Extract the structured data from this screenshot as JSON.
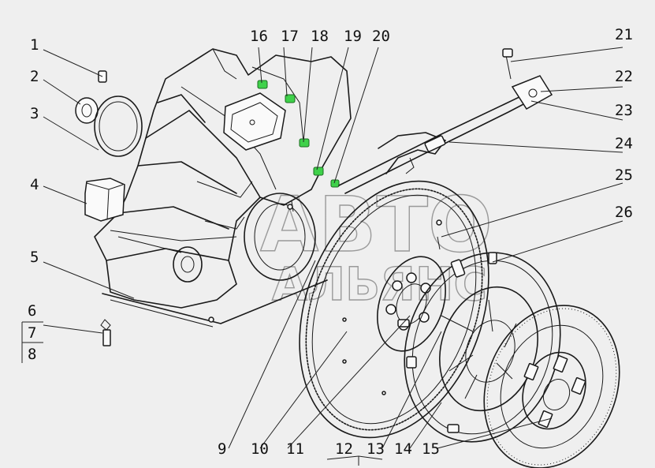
{
  "watermark": {
    "line1": "АВТО",
    "line2": "АЛЬЯНС"
  },
  "callouts": [
    "1",
    "2",
    "3",
    "4",
    "5",
    "6",
    "7",
    "8",
    "9",
    "10",
    "11",
    "12",
    "13",
    "14",
    "15",
    "16",
    "17",
    "18",
    "19",
    "20",
    "21",
    "22",
    "23",
    "24",
    "25",
    "26"
  ],
  "colors": {
    "background": "#efefef",
    "line": "#1a1a1a",
    "highlight": "#3fd14a"
  }
}
